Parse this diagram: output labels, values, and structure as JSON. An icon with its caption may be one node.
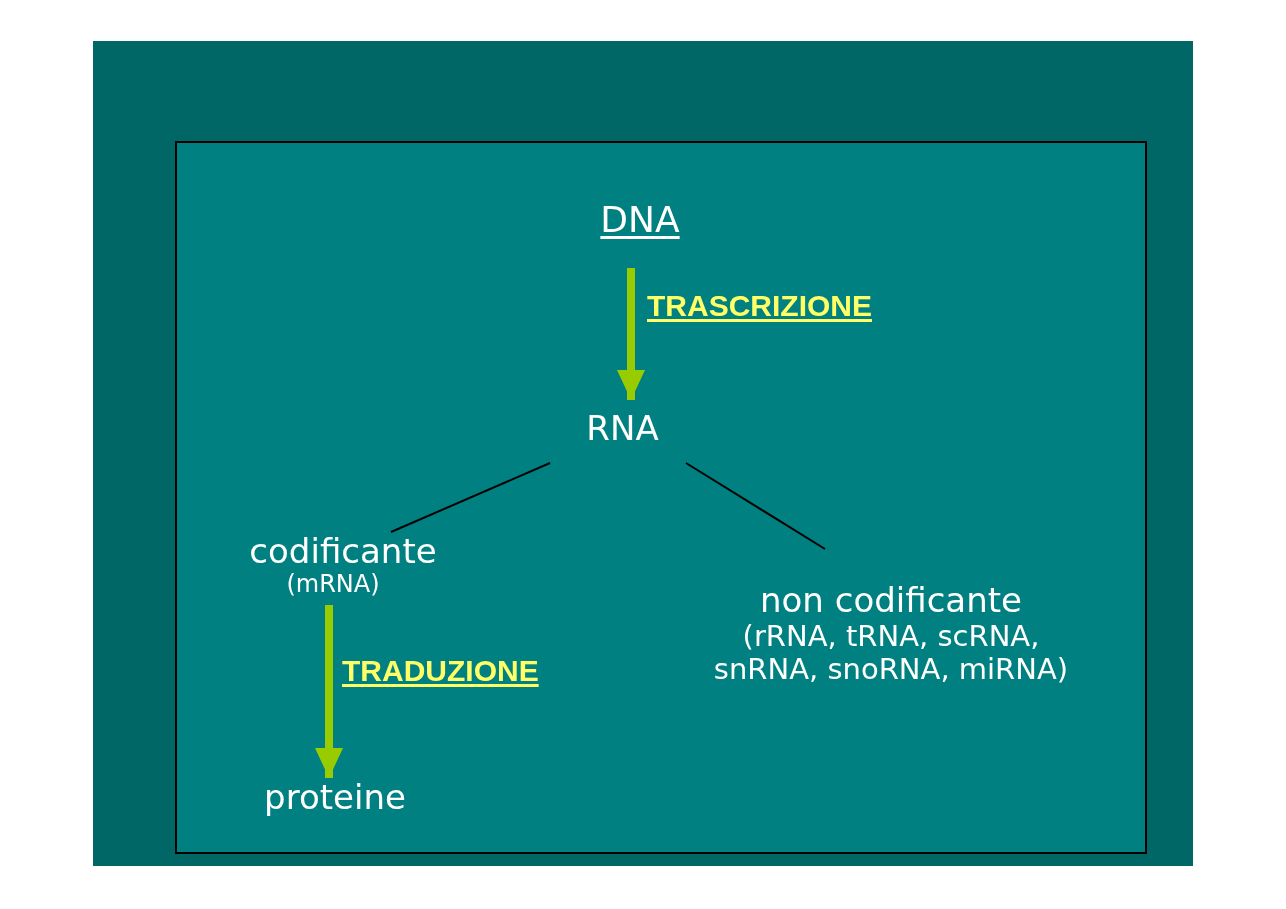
{
  "diagram": {
    "nodes": [
      {
        "text": [],
        "shape": "box"
      },
      {
        "text": [
          "DNA"
        ],
        "in": 0
      },
      {
        "text": [
          "RNA"
        ],
        "in": 0
      },
      {
        "text": [
          "codificante",
          "(mRNA)"
        ],
        "in": 0
      },
      {
        "text": [
          "non codificante",
          "(rRNA, tRNA, scRNA, snRNA, snoRNA, miRNA)"
        ],
        "in": 0
      },
      {
        "text": [
          "proteine"
        ],
        "in": 0
      }
    ],
    "edges": [
      {
        "from": 1,
        "to": 2,
        "arrow": "to",
        "label": "TRASCRIZIONE",
        "style": "thick",
        "color": "#99cc00"
      },
      {
        "from": 2,
        "to": 3,
        "arrow": "none",
        "color": "#000000"
      },
      {
        "from": 2,
        "to": 4,
        "arrow": "none",
        "color": "#000000"
      },
      {
        "from": 3,
        "to": 5,
        "arrow": "to",
        "label": "TRADUZIONE",
        "style": "thick",
        "color": "#99cc00"
      }
    ]
  }
}
